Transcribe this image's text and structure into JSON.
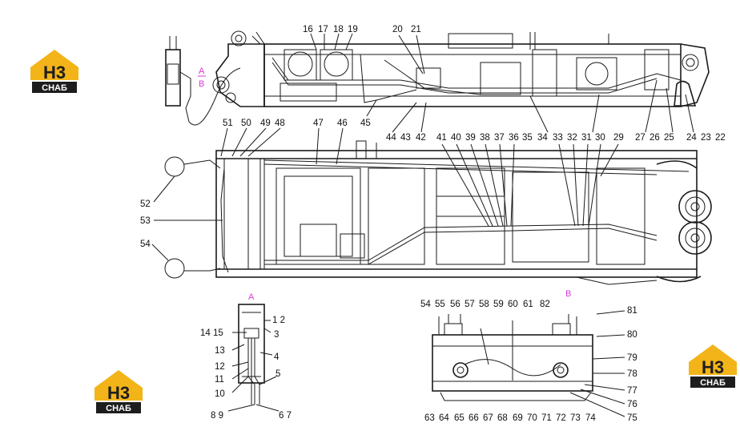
{
  "logo": {
    "mark": "H3",
    "caption": "СНАБ",
    "colors": {
      "house": "#f2b418",
      "dark": "#1d1d1d",
      "text": "#ffffff"
    }
  },
  "view_markers": {
    "a_top": "A",
    "b_top": "B",
    "a_label": "A",
    "b_label": "B"
  },
  "callouts": {
    "top_row": [
      "16",
      "17",
      "18",
      "19",
      "20",
      "21"
    ],
    "top_bottom_row": [
      "45",
      "44",
      "43",
      "42",
      "35",
      "34",
      "33",
      "32",
      "31",
      "30",
      "27",
      "26",
      "25",
      "24",
      "23",
      "22"
    ],
    "mid_row": [
      "51",
      "50",
      "49",
      "48",
      "47",
      "46",
      "41",
      "40",
      "39",
      "38",
      "37",
      "36",
      "29"
    ],
    "left_col": [
      "52",
      "53",
      "54"
    ],
    "view_a": [
      "1 2",
      "3",
      "4",
      "5",
      "6 7",
      "8 9",
      "10",
      "11",
      "12",
      "13",
      "14 15"
    ],
    "view_b_top": [
      "54",
      "55",
      "56",
      "57",
      "58",
      "59",
      "60",
      "61",
      "82"
    ],
    "view_b_right": [
      "81",
      "80",
      "79",
      "78",
      "77",
      "76",
      "75"
    ],
    "view_b_bottom": [
      "63",
      "64",
      "65",
      "66",
      "67",
      "68",
      "69",
      "70",
      "71",
      "72",
      "73",
      "74"
    ]
  },
  "colors": {
    "line": "#1a1a1a",
    "marker": "#d63bd6",
    "background": "#ffffff"
  }
}
